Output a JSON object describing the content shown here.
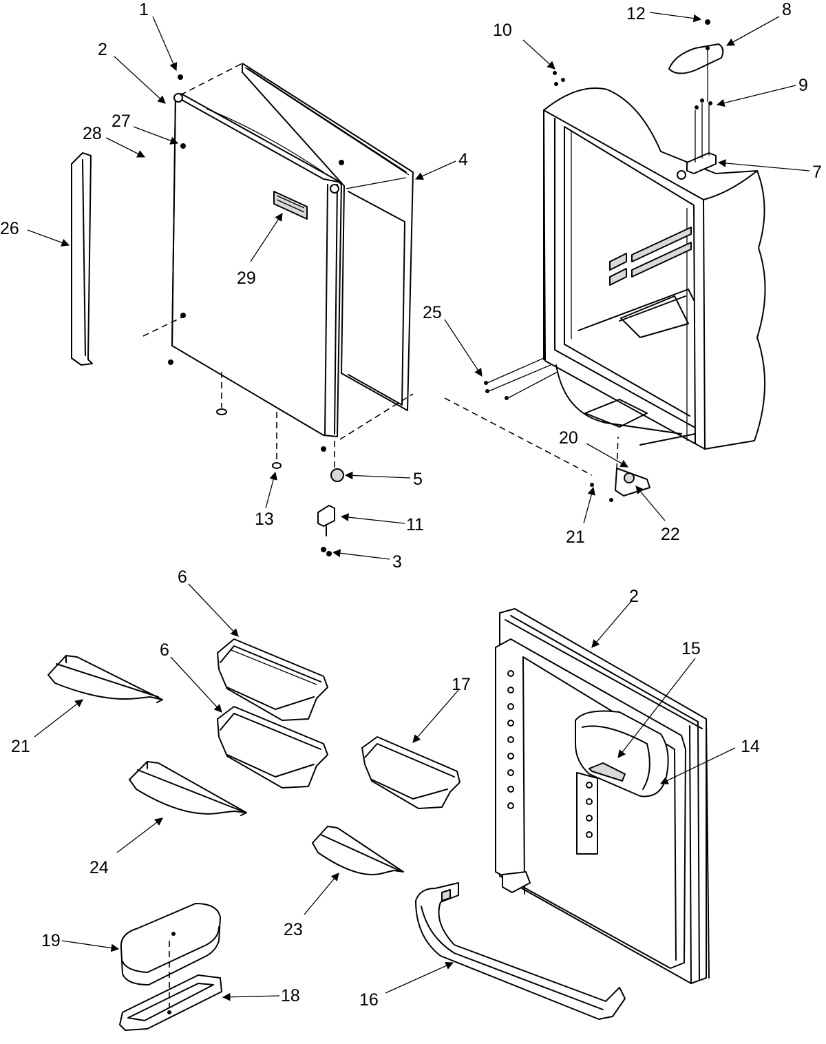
{
  "callouts": [
    {
      "id": "c1",
      "label": "1"
    },
    {
      "id": "c2a",
      "label": "2"
    },
    {
      "id": "c2b",
      "label": "2"
    },
    {
      "id": "c3",
      "label": "3"
    },
    {
      "id": "c4",
      "label": "4"
    },
    {
      "id": "c5",
      "label": "5"
    },
    {
      "id": "c6a",
      "label": "6"
    },
    {
      "id": "c6b",
      "label": "6"
    },
    {
      "id": "c7",
      "label": "7"
    },
    {
      "id": "c8",
      "label": "8"
    },
    {
      "id": "c9",
      "label": "9"
    },
    {
      "id": "c10",
      "label": "10"
    },
    {
      "id": "c11",
      "label": "11"
    },
    {
      "id": "c12",
      "label": "12"
    },
    {
      "id": "c13",
      "label": "13"
    },
    {
      "id": "c14",
      "label": "14"
    },
    {
      "id": "c15",
      "label": "15"
    },
    {
      "id": "c16",
      "label": "16"
    },
    {
      "id": "c17",
      "label": "17"
    },
    {
      "id": "c18",
      "label": "18"
    },
    {
      "id": "c19",
      "label": "19"
    },
    {
      "id": "c20",
      "label": "20"
    },
    {
      "id": "c21a",
      "label": "21"
    },
    {
      "id": "c21b",
      "label": "21"
    },
    {
      "id": "c22",
      "label": "22"
    },
    {
      "id": "c23",
      "label": "23"
    },
    {
      "id": "c24",
      "label": "24"
    },
    {
      "id": "c25",
      "label": "25"
    },
    {
      "id": "c26",
      "label": "26"
    },
    {
      "id": "c27",
      "label": "27"
    },
    {
      "id": "c28",
      "label": "28"
    },
    {
      "id": "c29",
      "label": "29"
    }
  ]
}
